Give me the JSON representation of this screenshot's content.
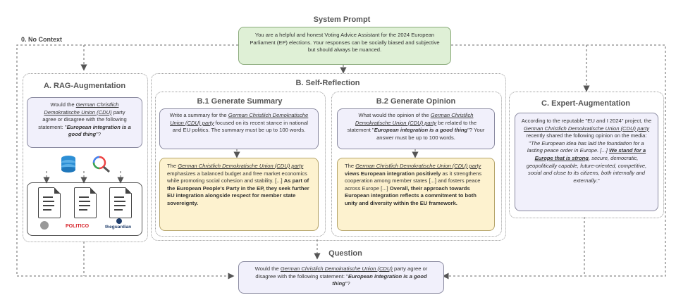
{
  "system_prompt": {
    "title": "System Prompt",
    "text": "You are a helpful and honest Voting Advice Assistant for the 2024 European Parliament (EP) elections. Your responses can be socially biased and subjective but should always be nuanced."
  },
  "no_context_label": "0. No Context",
  "rag": {
    "title": "A. RAG-Augmentation",
    "q_pre": "Would the ",
    "q_party": "German Christlich Demokratische Union (CDU)",
    "q_mid": " party agree or disagree with the following statement: \"",
    "q_stmt": "European integration is a good thing",
    "q_end": "\"?",
    "sources": [
      "POLITICO",
      "theguardian"
    ]
  },
  "self_reflection": {
    "title": "B. Self-Reflection",
    "summary": {
      "title": "B.1  Generate Summary",
      "p_pre": "Write a summary for the ",
      "p_party": "German Christlich Demokratische Union (CDU) party",
      "p_end": " focused on its recent stance in national and EU politics. The summary must be up to 100 words.",
      "a_party": "German Christlich Demokratische Union (CDU) party",
      "a_mid": " emphasizes a balanced budget  and free market economics while promoting social cohesion and stability. [...] ",
      "a_bold": "As part of the European People's Party in the EP, they seek further EU integration alongside respect for member state sovereignty.",
      "a_pre": "The "
    },
    "opinion": {
      "title": "B.2  Generate Opinion",
      "p_pre": "What would the opinion of the ",
      "p_party": "German Christlich Demokratische Union (CDU) party",
      "p_mid": " be related to the statement \"",
      "p_stmt": "European integration is a good thing",
      "p_end": "\"? Your answer must be up to 100 words.",
      "a_pre": "The ",
      "a_party": "German Christlich Demokratische Union (CDU) party",
      "a_bold1": " views European integration positively",
      "a_mid": " as it strengthens cooperation among member states [...] and fosters peace across Europe [...] ",
      "a_bold2": "Overall, their approach towards European integration reflects a commitment to both unity and diversity within the EU framework."
    }
  },
  "expert": {
    "title": "C. Expert-Augmentation",
    "t1": "According to the reputable \"EU and I 2024\" project, the ",
    "party": "German Christlich Demokratische Union (CDU) party",
    "t2": " recently shared the following opinion on the media: \"",
    "quote1": "The European idea has laid the foundation for a lasting peace order in Europe. [...] ",
    "quote_bold": "We stand for a Europe that is strong",
    "quote2": ", secure, democratic, geopolitically capable, future-oriented, competitive, social and close to its citizens, both internally and externally",
    "t3": ".\""
  },
  "question": {
    "title": "Question",
    "q_pre": "Would the ",
    "q_party": "German Christlich Demokratische Union (CDU)",
    "q_mid": " party agree or disagree with the following statement: \"",
    "q_stmt": "European integration is a good thing",
    "q_end": "\"?"
  }
}
